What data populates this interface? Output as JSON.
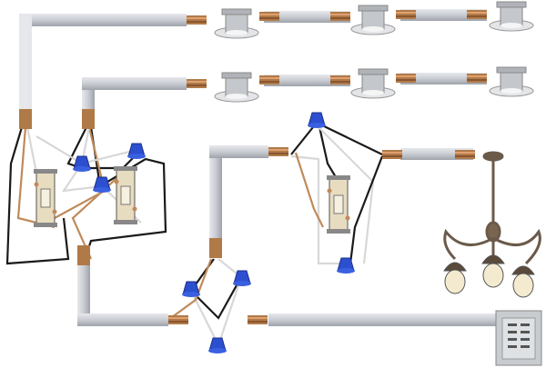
{
  "diagram": {
    "components": [
      "recessed-light",
      "cable",
      "toggle-switch",
      "wire-nut",
      "chandelier",
      "breaker-panel"
    ],
    "colors": {
      "cable": "#c9ccd2",
      "cable_shadow": "#9ea2aa",
      "wire_black": "#1a1a1a",
      "wire_white": "#d8d8d8",
      "wire_ground": "#c08a5a",
      "wire_nut": "#2c4fd0",
      "switch_body": "#e8dcc0",
      "fixture_metal": "#6b5a4a",
      "globe": "#f4ead0",
      "panel": "#c8ccd0"
    }
  }
}
